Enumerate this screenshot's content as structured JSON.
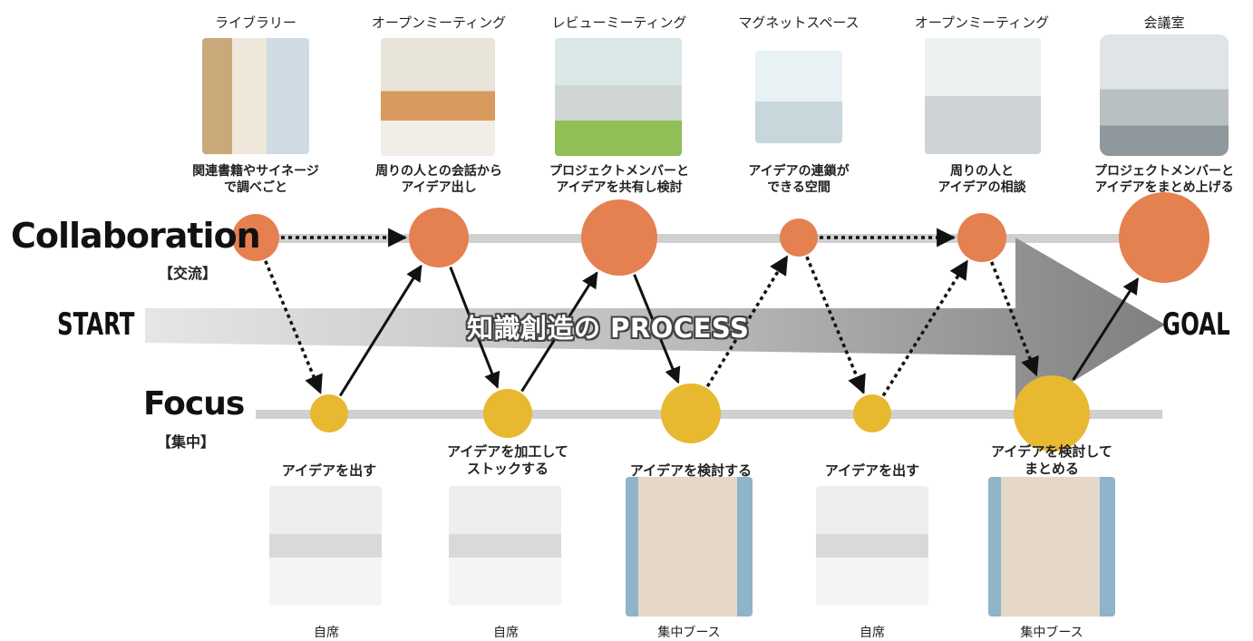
{
  "collaboration": {
    "title": "Collaboration",
    "sub": "【交流】",
    "nodes": [
      {
        "photo_label": "ライブラリー",
        "caption": "関連書籍やサイネージ\nで調べごと"
      },
      {
        "photo_label": "オープンミーティング",
        "caption": "周りの人との会話から\nアイデア出し"
      },
      {
        "photo_label": "レビューミーティング",
        "caption": "プロジェクトメンバーと\nアイデアを共有し検討"
      },
      {
        "photo_label": "マグネットスペース",
        "caption": "アイデアの連鎖が\nできる空間"
      },
      {
        "photo_label": "オープンミーティング",
        "caption": "周りの人と\nアイデアの相談"
      },
      {
        "photo_label": "会議室",
        "caption": "プロジェクトメンバーと\nアイデアをまとめ上げる"
      }
    ]
  },
  "focus": {
    "title": "Focus",
    "sub": "【集中】",
    "nodes": [
      {
        "caption": "アイデアを出す",
        "photo_label": "自席"
      },
      {
        "caption": "アイデアを加工して\nストックする",
        "photo_label": "自席"
      },
      {
        "caption": "アイデアを検討する",
        "photo_label": "集中ブース"
      },
      {
        "caption": "アイデアを出す",
        "photo_label": "自席"
      },
      {
        "caption": "アイデアを検討して\nまとめる",
        "photo_label": "集中ブース"
      }
    ]
  },
  "start_label": "START",
  "goal_label": "GOAL",
  "process_label": "知識創造の PROCESS",
  "colors": {
    "collaboration_node": "#E58050",
    "focus_node": "#E8B830",
    "track": "#D0D0D0",
    "process_arrow": "#8C8C8C"
  }
}
